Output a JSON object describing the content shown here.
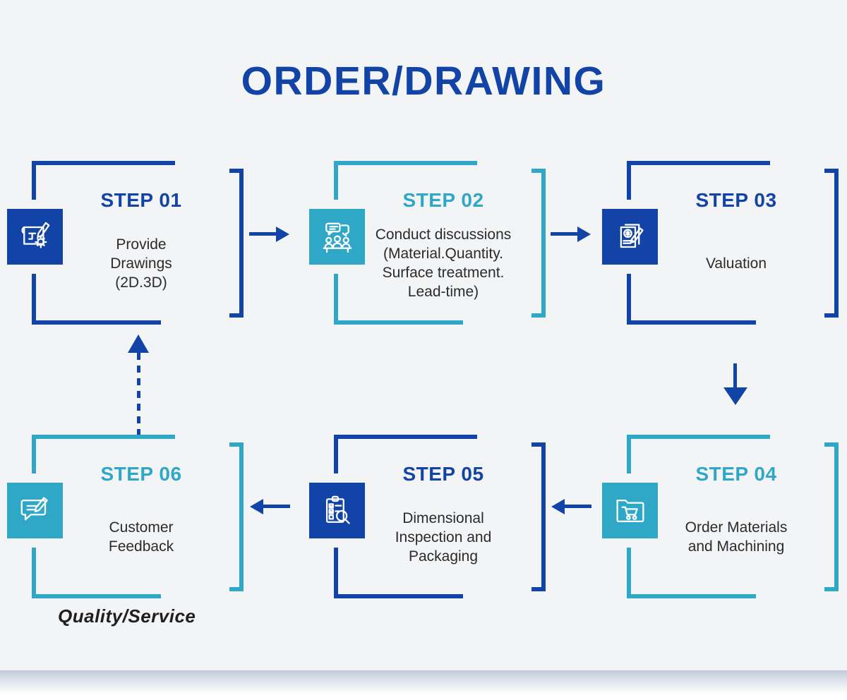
{
  "title": "ORDER/DRAWING",
  "footer_label": "Quality/Service",
  "colors": {
    "blue": "#1243a6",
    "teal": "#2fa7c6",
    "background": "#f3f4f6",
    "text": "#2b2b2b"
  },
  "steps": [
    {
      "label": "STEP 01",
      "description": "Provide\nDrawings\n(2D.3D)",
      "theme": "blue",
      "icon": "blueprint-pencil-gear-icon"
    },
    {
      "label": "STEP 02",
      "description": "Conduct discussions\n(Material.Quantity.\nSurface treatment.\nLead-time)",
      "theme": "teal",
      "icon": "meeting-discussion-icon"
    },
    {
      "label": "STEP 03",
      "description": "Valuation",
      "theme": "blue",
      "icon": "invoice-dollar-pencil-icon"
    },
    {
      "label": "STEP 04",
      "description": "Order Materials\nand Machining",
      "theme": "teal",
      "icon": "folder-shopping-cart-icon"
    },
    {
      "label": "STEP 05",
      "description": "Dimensional\nInspection and\nPackaging",
      "theme": "blue",
      "icon": "clipboard-checklist-magnifier-icon"
    },
    {
      "label": "STEP 06",
      "description": "Customer\nFeedback",
      "theme": "teal",
      "icon": "chat-bubble-pencil-icon"
    }
  ],
  "arrows": [
    {
      "from": "STEP 01",
      "to": "STEP 02",
      "direction": "right",
      "style": "solid"
    },
    {
      "from": "STEP 02",
      "to": "STEP 03",
      "direction": "right",
      "style": "solid"
    },
    {
      "from": "STEP 03",
      "to": "STEP 04",
      "direction": "down",
      "style": "solid"
    },
    {
      "from": "STEP 04",
      "to": "STEP 05",
      "direction": "left",
      "style": "solid"
    },
    {
      "from": "STEP 05",
      "to": "STEP 06",
      "direction": "left",
      "style": "solid"
    },
    {
      "from": "STEP 06",
      "to": "STEP 01",
      "direction": "up",
      "style": "dashed"
    }
  ]
}
